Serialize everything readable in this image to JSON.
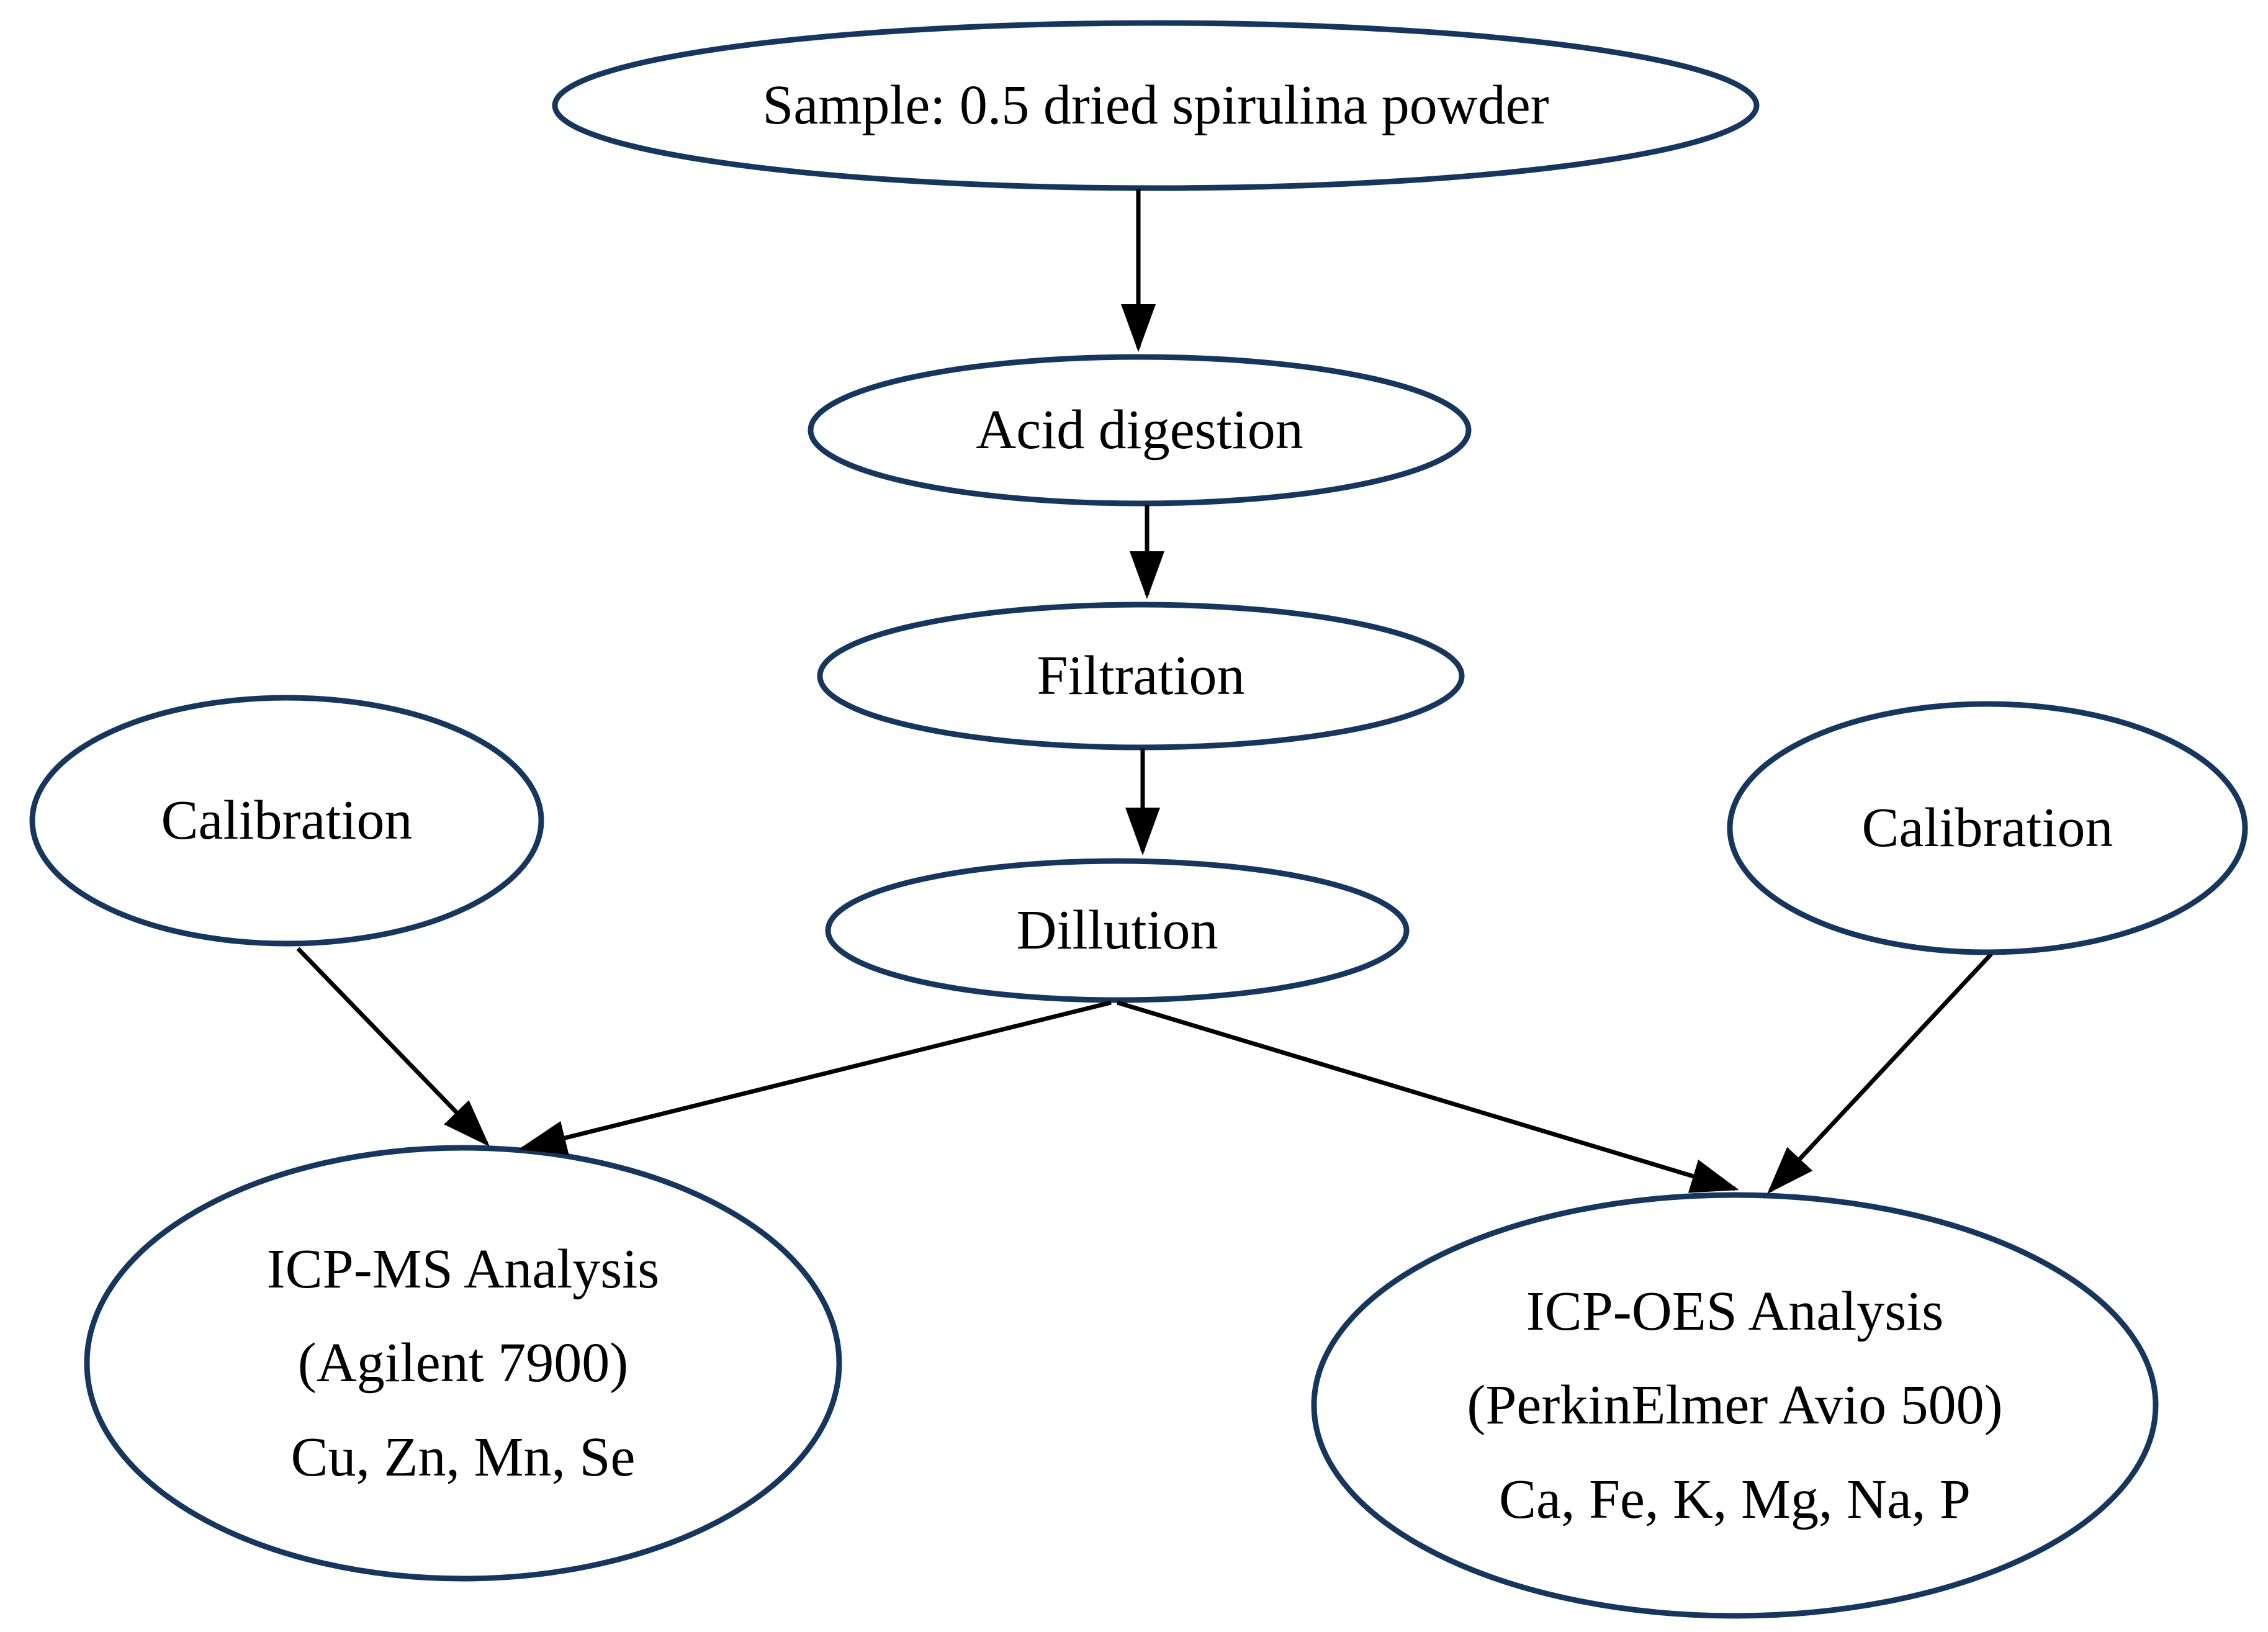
{
  "diagram": {
    "type": "flowchart",
    "background_color": "#ffffff",
    "ellipse_stroke_color": "#17365d",
    "arrow_color": "#000000",
    "nodes": {
      "sample": {
        "label": "Sample: 0.5 dried spirulina powder"
      },
      "acid_digestion": {
        "label": "Acid digestion"
      },
      "filtration": {
        "label": "Filtration"
      },
      "dillution": {
        "label": "Dillution"
      },
      "calibration_left": {
        "label": "Calibration"
      },
      "calibration_right": {
        "label": "Calibration"
      },
      "icp_ms": {
        "lines": [
          "ICP-MS Analysis",
          "(Agilent 7900)",
          "Cu, Zn, Mn, Se"
        ]
      },
      "icp_oes": {
        "lines": [
          "ICP-OES Analysis",
          "(PerkinElmer Avio 500)",
          "Ca, Fe, K, Mg, Na, P"
        ]
      }
    },
    "edges": [
      {
        "from": "sample",
        "to": "acid_digestion"
      },
      {
        "from": "acid_digestion",
        "to": "filtration"
      },
      {
        "from": "filtration",
        "to": "dillution"
      },
      {
        "from": "dillution",
        "to": "icp_ms"
      },
      {
        "from": "dillution",
        "to": "icp_oes"
      },
      {
        "from": "calibration_left",
        "to": "icp_ms"
      },
      {
        "from": "calibration_right",
        "to": "icp_oes"
      }
    ]
  }
}
